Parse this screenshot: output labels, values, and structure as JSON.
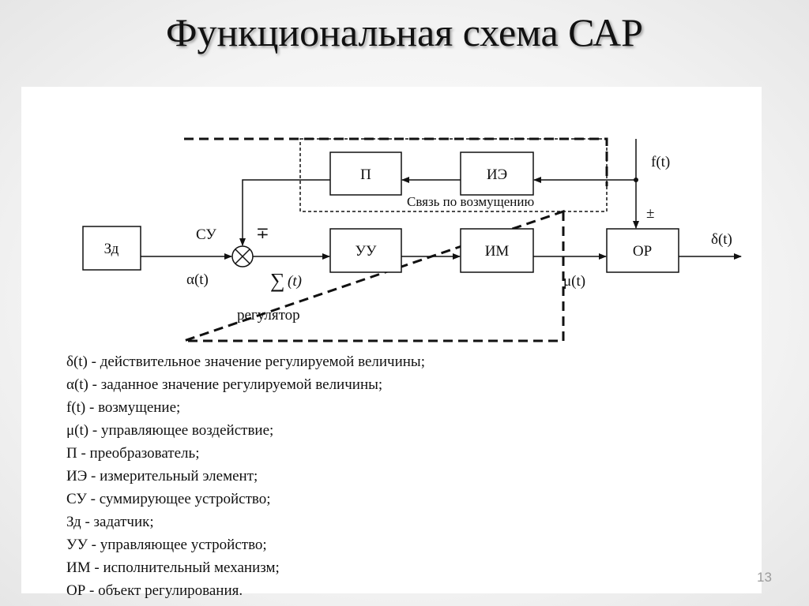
{
  "title": "Функциональная схема САР",
  "page_number": "13",
  "diagram": {
    "blocks": {
      "zd": "Зд",
      "p": "П",
      "ie": "ИЭ",
      "uu": "УУ",
      "im": "ИМ",
      "or": "ОР"
    },
    "labels": {
      "su": "СУ",
      "minus_plus": "∓",
      "plus_minus": "±",
      "alpha": "α(t)",
      "sigma": "∑",
      "sigma_arg": "(t)",
      "regulator": "регулятор",
      "mu": "μ(t)",
      "f": "f(t)",
      "delta": "δ(t)",
      "disturbance_link": "Связь по возмущению"
    }
  },
  "legend": [
    "δ(t) - действительное значение регулируемой величины;",
    "α(t) - заданное значение регулируемой величины;",
    "f(t) - возмущение;",
    "μ(t) - управляющее воздействие;",
    "П - преобразователь;",
    "ИЭ - измерительный элемент;",
    "СУ - суммирующее устройство;",
    "Зд - задатчик;",
    "УУ - управляющее устройство;",
    "ИМ - исполнительный механизм;",
    "ОР - объект регулирования."
  ]
}
